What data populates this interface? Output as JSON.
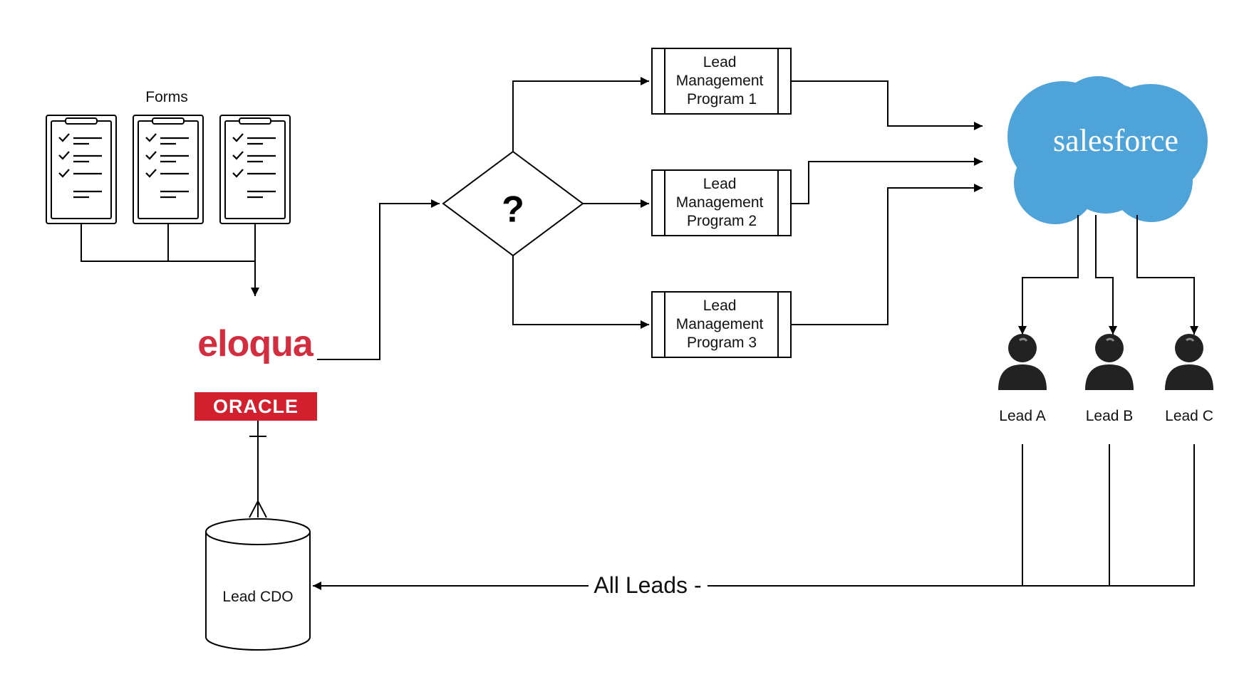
{
  "forms": {
    "label": "Forms",
    "items": [
      {
        "icon": "clipboard-checklist-icon"
      },
      {
        "icon": "clipboard-checklist-icon"
      },
      {
        "icon": "clipboard-checklist-icon"
      }
    ]
  },
  "eloqua": {
    "logo_text": "eloqua",
    "color": "#d32e3f"
  },
  "oracle": {
    "logo_text": "ORACLE",
    "color": "#d3202f",
    "text_color": "#ffffff"
  },
  "lead_cdo": {
    "label": "Lead CDO"
  },
  "decision": {
    "label": "?"
  },
  "programs": [
    {
      "lines": [
        "Lead",
        "Management",
        "Program 1"
      ]
    },
    {
      "lines": [
        "Lead",
        "Management",
        "Program 2"
      ]
    },
    {
      "lines": [
        "Lead",
        "Management",
        "Program 3"
      ]
    }
  ],
  "salesforce": {
    "logo_text": "salesforce",
    "color": "#4ea3d9",
    "text_color": "#ffffff"
  },
  "leads": [
    {
      "label": "Lead A",
      "icon": "person-icon"
    },
    {
      "label": "Lead B",
      "icon": "person-icon"
    },
    {
      "label": "Lead C",
      "icon": "person-icon"
    }
  ],
  "return_flow": {
    "label": "All Leads -"
  },
  "colors": {
    "line": "#000000",
    "person": "#222222"
  }
}
